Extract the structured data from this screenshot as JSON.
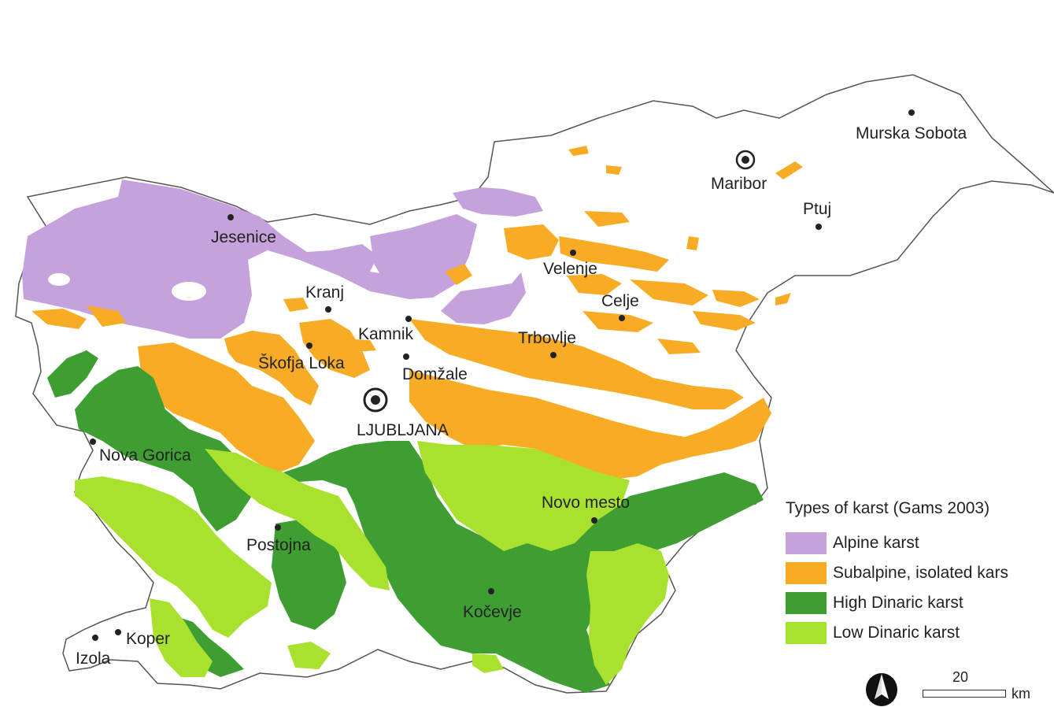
{
  "colors": {
    "alpine": "#c6a2dc",
    "subalpine": "#f8ab24",
    "high_dinaric": "#3e9e32",
    "low_dinaric": "#a9e22e",
    "outline": "#555555",
    "city_dot": "#222222"
  },
  "cities": [
    {
      "name": "Jesenice",
      "kind": "town"
    },
    {
      "name": "Kranj",
      "kind": "town"
    },
    {
      "name": "Kamnik",
      "kind": "town"
    },
    {
      "name": "Škofja Loka",
      "kind": "town"
    },
    {
      "name": "Domžale",
      "kind": "town"
    },
    {
      "name": "LJUBLJANA",
      "kind": "capital"
    },
    {
      "name": "Nova Gorica",
      "kind": "town"
    },
    {
      "name": "Postojna",
      "kind": "town"
    },
    {
      "name": "Koper",
      "kind": "town"
    },
    {
      "name": "Izola",
      "kind": "town"
    },
    {
      "name": "Kočevje",
      "kind": "town"
    },
    {
      "name": "Novo mesto",
      "kind": "town"
    },
    {
      "name": "Trbovlje",
      "kind": "town"
    },
    {
      "name": "Velenje",
      "kind": "town"
    },
    {
      "name": "Celje",
      "kind": "town"
    },
    {
      "name": "Maribor",
      "kind": "major"
    },
    {
      "name": "Ptuj",
      "kind": "town"
    },
    {
      "name": "Murska Sobota",
      "kind": "town"
    }
  ],
  "legend": {
    "title": "Types of karst (Gams 2003)",
    "items": [
      {
        "label": "Alpine karst",
        "color_key": "alpine"
      },
      {
        "label": "Subalpine, isolated kars",
        "color_key": "subalpine"
      },
      {
        "label": "High Dinaric karst",
        "color_key": "high_dinaric"
      },
      {
        "label": "Low Dinaric karst",
        "color_key": "low_dinaric"
      }
    ]
  },
  "scale": {
    "value": "20",
    "unit": "km"
  },
  "north_arrow": "north-arrow-icon"
}
